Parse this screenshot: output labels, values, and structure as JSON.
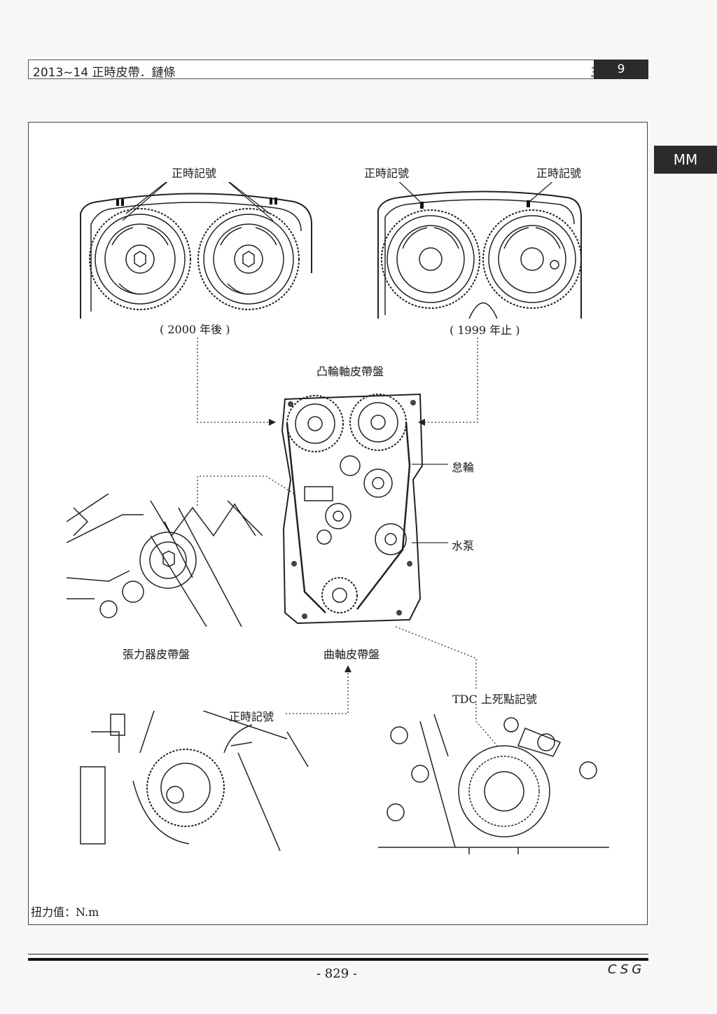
{
  "header": {
    "title": "2013~14 正時皮帶．鏈條",
    "brand": "三菱",
    "chapter": "9"
  },
  "side_tab": "MM",
  "figure": {
    "labels": {
      "timing_mark_left_top": "正時記號",
      "timing_mark_right_a": "正時記號",
      "timing_mark_right_b": "正時記號",
      "year_after_2000": "( 2000 年後 )",
      "year_until_1999": "( 1999 年止 )",
      "camshaft_pulley": "凸輪軸皮帶盤",
      "idler_pulley": "怠輪",
      "water_pump": "水泵",
      "tensioner_pulley": "張力器皮帶盤",
      "crankshaft_pulley": "曲軸皮帶盤",
      "tdc_mark": "TDC 上死點記號",
      "timing_mark_bottom": "正時記號"
    }
  },
  "torque_note": "扭力值：N.m",
  "footer": {
    "page_number": "- 829 -",
    "publisher": "CSG"
  }
}
